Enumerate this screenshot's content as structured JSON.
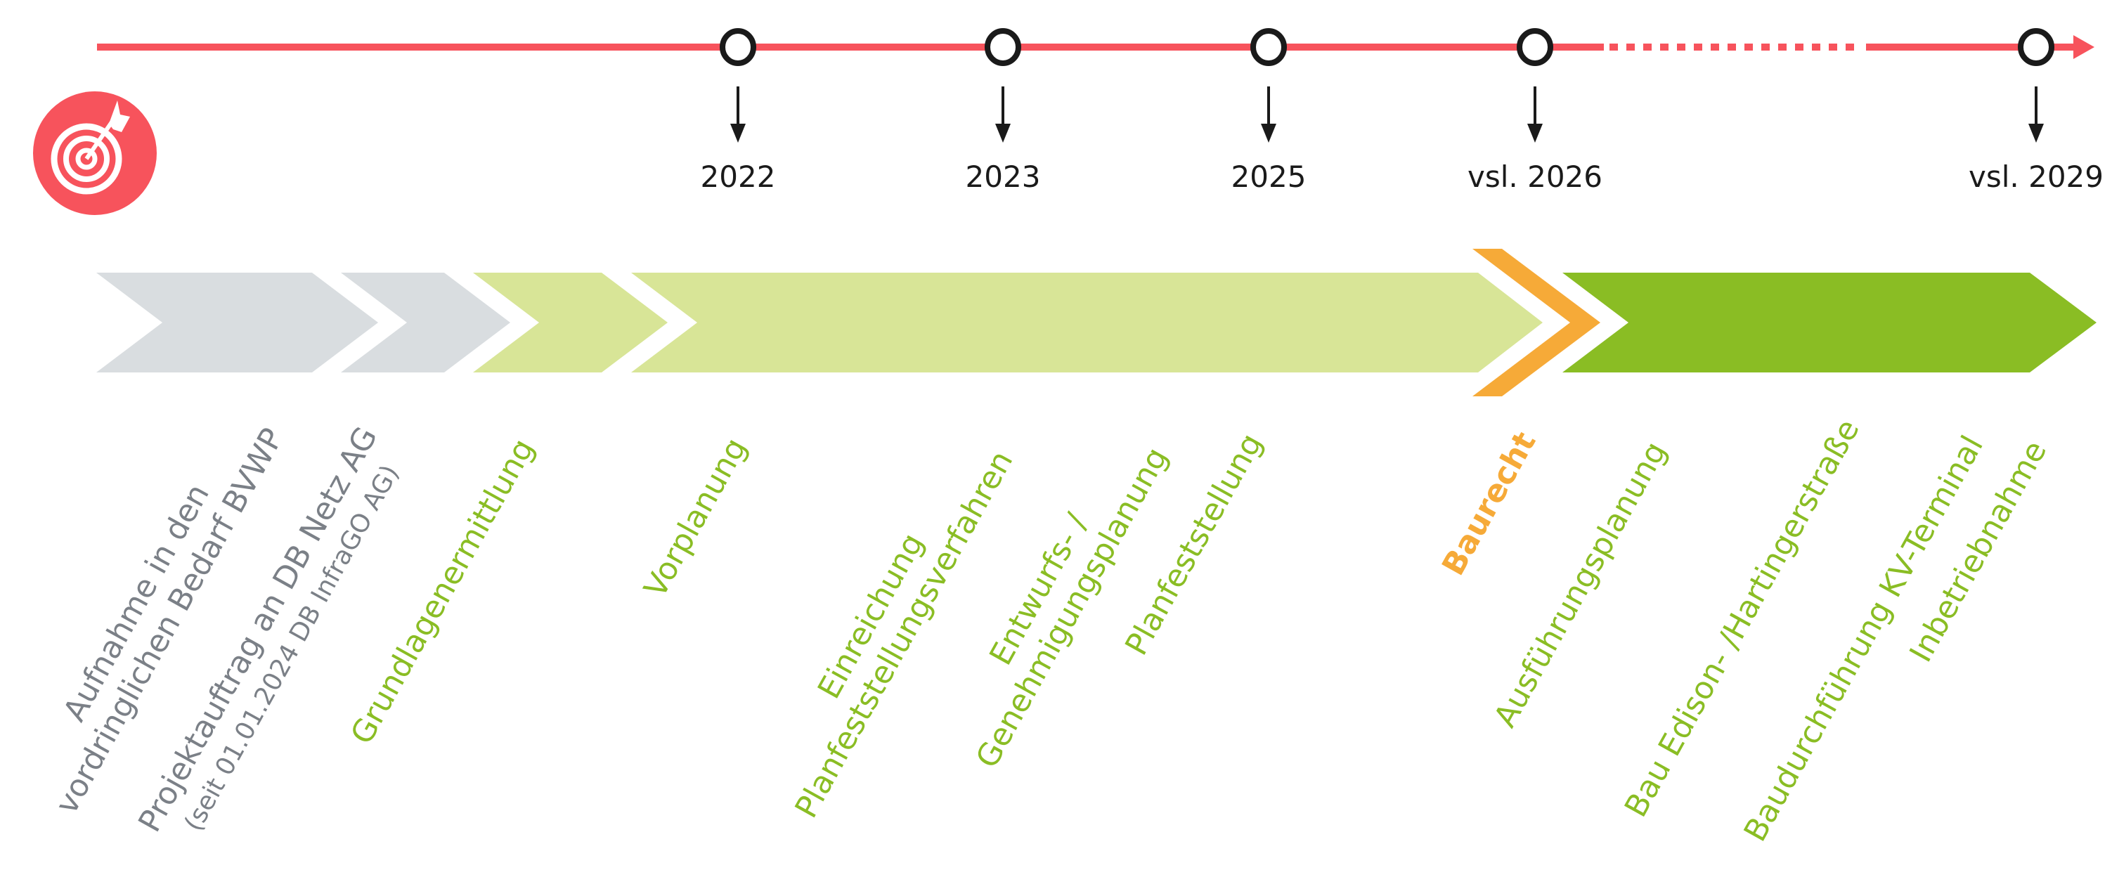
{
  "colors": {
    "timeline": "#f7535c",
    "done": "#d9dde0",
    "planning": "#d8e597",
    "milestone": "#f6aa38",
    "construction": "#8abd24",
    "gray_text": "#7b8087"
  },
  "icon": "target-arrow-icon",
  "timeline": {
    "milestones": [
      {
        "label": "2022"
      },
      {
        "label": "2023"
      },
      {
        "label": "2025"
      },
      {
        "label": "vsl. 2026"
      },
      {
        "label": "vsl. 2029"
      }
    ]
  },
  "phases": [
    {
      "lines": [
        "Aufnahme in den",
        "vordringlichen Bedarf BVWP"
      ],
      "status": "done"
    },
    {
      "lines": [
        "Projektauftrag an DB Netz AG",
        "(seit 01.01.2024 DB InfraGO AG)"
      ],
      "status": "done"
    },
    {
      "lines": [
        "Grundlagenermittlung"
      ],
      "status": "planning"
    },
    {
      "lines": [
        "Vorplanung"
      ],
      "status": "planning"
    },
    {
      "lines": [
        "Einreichung",
        "Planfeststellungsverfahren"
      ],
      "status": "planning"
    },
    {
      "lines": [
        "Entwurfs- /",
        "Genehmigungsplanung"
      ],
      "status": "planning"
    },
    {
      "lines": [
        "Planfeststellung"
      ],
      "status": "planning"
    },
    {
      "lines": [
        "Baurecht"
      ],
      "status": "milestone"
    },
    {
      "lines": [
        "Ausführungsplanung"
      ],
      "status": "construction"
    },
    {
      "lines": [
        "Bau Edison- /Hartingerstraße"
      ],
      "status": "construction"
    },
    {
      "lines": [
        "Baudurchführung KV-Terminal"
      ],
      "status": "construction"
    },
    {
      "lines": [
        "Inbetriebnahme"
      ],
      "status": "construction"
    }
  ]
}
